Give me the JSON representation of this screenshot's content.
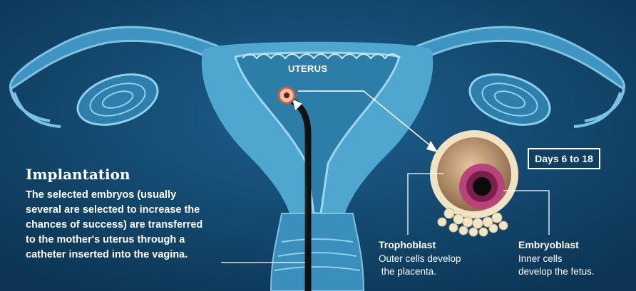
{
  "labels": {
    "uterus": "UTERUS",
    "days": "Days 6 to 18"
  },
  "implantation": {
    "title": "Implantation",
    "lines": [
      "The selected embryos (usually",
      "several are selected to increase the",
      "chances of success) are transferred",
      "to the mother's uterus through a",
      "catheter inserted into the vagina."
    ]
  },
  "trophoblast": {
    "title": "Trophoblast",
    "lines": [
      "Outer cells develop",
      " the placenta."
    ]
  },
  "embryoblast": {
    "title": "Embryoblast",
    "lines": [
      "Inner cells",
      "develop the fetus."
    ]
  },
  "colors": {
    "background": "#0f3f63",
    "organ": "#4fa6cf",
    "organ_dark": "#2c7ea9",
    "trophoblast_shell": "#f2e6c8",
    "inner_mass": "#b8437a",
    "text": "#ffffff"
  }
}
